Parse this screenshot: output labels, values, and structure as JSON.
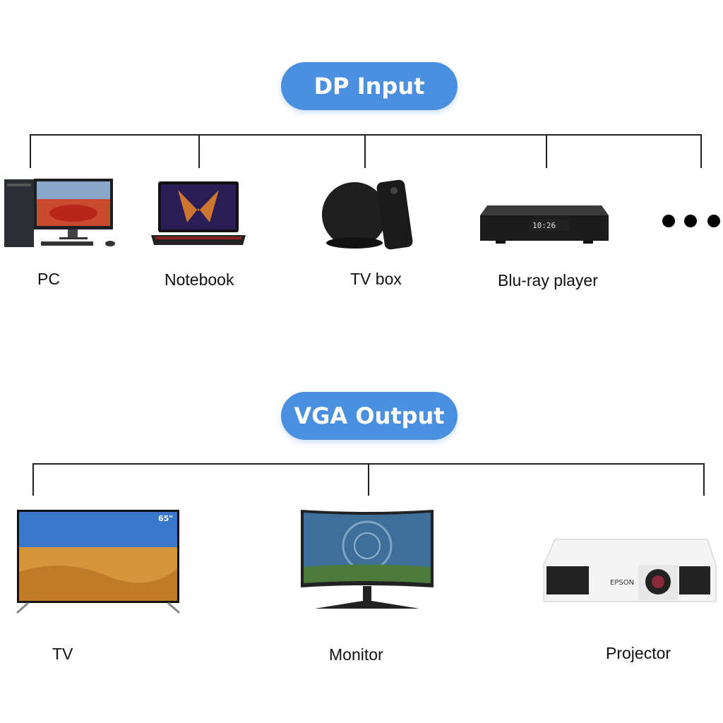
{
  "input": {
    "title": "DP Input",
    "devices": [
      {
        "label": "PC",
        "icon": "pc-icon"
      },
      {
        "label": "Notebook",
        "icon": "laptop-icon"
      },
      {
        "label": "TV box",
        "icon": "tv-box-icon"
      },
      {
        "label": "Blu-ray player",
        "icon": "bluray-player-icon"
      }
    ],
    "more_icon": "ellipsis-icon"
  },
  "output": {
    "title": "VGA Output",
    "devices": [
      {
        "label": "TV",
        "icon": "tv-icon",
        "badge": "65\""
      },
      {
        "label": "Monitor",
        "icon": "monitor-icon"
      },
      {
        "label": "Projector",
        "icon": "projector-icon",
        "brand": "EPSON"
      }
    ]
  },
  "colors": {
    "accent": "#4a8fe0",
    "line": "#222222"
  }
}
